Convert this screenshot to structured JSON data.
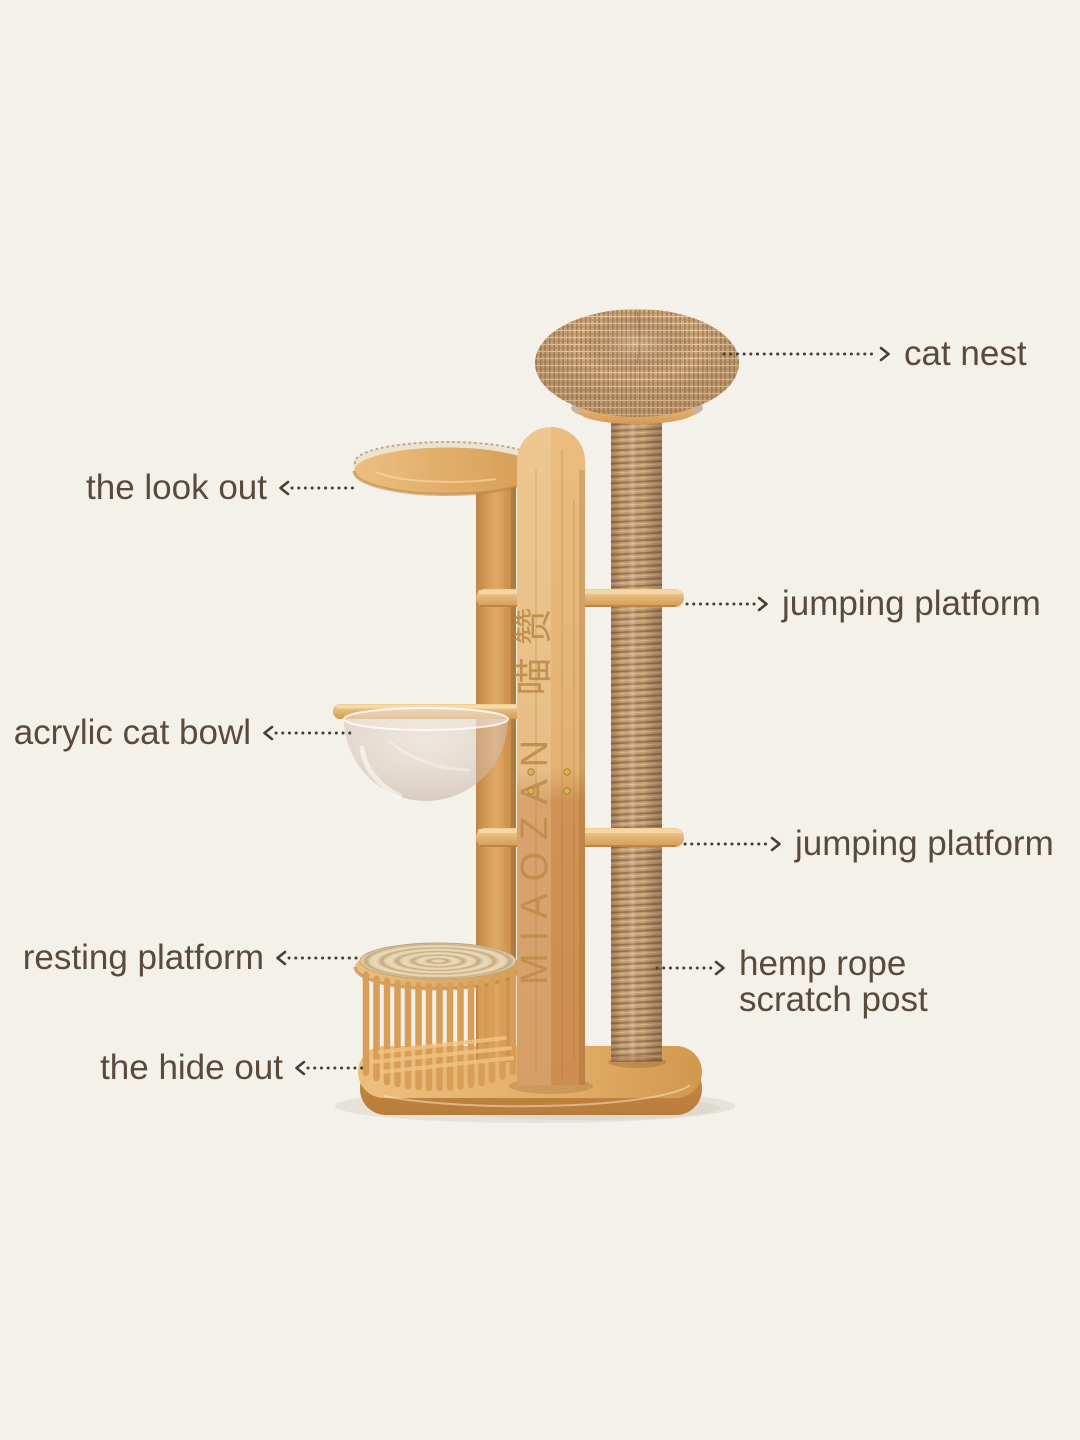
{
  "page": {
    "background_color": "#f4f1ea",
    "description": "wooden cat tree labeled parts diagram"
  },
  "colors": {
    "label_text": "#5a4a3c",
    "leader_line": "#4a3e32",
    "wood_light": "#ecbf7f",
    "wood_mid": "#dca662",
    "wood_dark": "#cd8d4e",
    "hemp_rope": "#c79f75",
    "rattan_weave": "#d1ab7f",
    "brass_screw": "#dcb452"
  },
  "product": {
    "brand_engraving": {
      "latin": "MIAOZAN",
      "chinese": "喵赞"
    }
  },
  "annotations": {
    "left": [
      {
        "id": "the-look-out",
        "label": "the look out"
      },
      {
        "id": "acrylic-cat-bowl",
        "label": "acrylic cat bowl"
      },
      {
        "id": "resting-platform",
        "label": "resting platform"
      },
      {
        "id": "the-hide-out",
        "label": "the hide out"
      }
    ],
    "right": [
      {
        "id": "cat-nest",
        "label": "cat nest"
      },
      {
        "id": "jumping-platform-top",
        "label": "jumping platform"
      },
      {
        "id": "jumping-platform-lower",
        "label": "jumping platform"
      },
      {
        "id": "hemp-rope-scratch-post",
        "label": "hemp rope scratch post",
        "lines": [
          "hemp rope",
          "scratch post"
        ]
      }
    ]
  }
}
